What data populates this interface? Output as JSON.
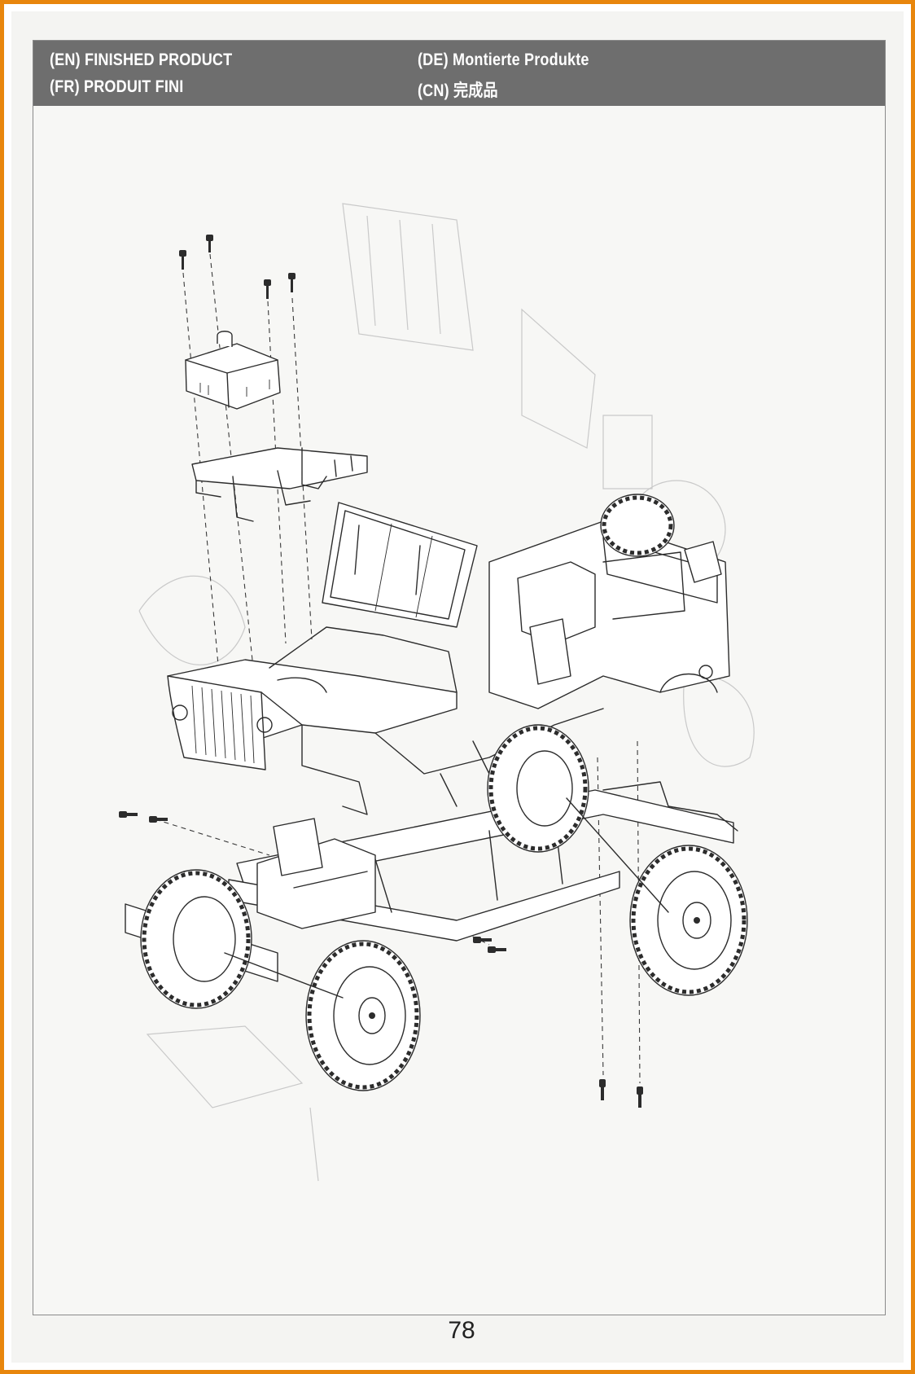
{
  "header": {
    "en": "(EN) FINISHED PRODUCT",
    "fr": "(FR) PRODUIT FINI",
    "de": "(DE) Montierte Produkte",
    "cn": "(CN) 完成品"
  },
  "diagram": {
    "subject": "exploded assembly view of RC scale jeep",
    "parts": [
      "body-shell",
      "windshield",
      "battery-box-cover",
      "electronics-tray",
      "chassis-frame",
      "front-wheel-left",
      "front-wheel-right",
      "rear-wheel-left",
      "rear-wheel-right",
      "screws"
    ]
  },
  "page": {
    "number": "78"
  },
  "colors": {
    "border": "#e8860c",
    "header_bg": "#6e6e6e",
    "header_text": "#ffffff",
    "line_art": "#2c2c2c",
    "bleed_through": "#c9c9c9"
  }
}
